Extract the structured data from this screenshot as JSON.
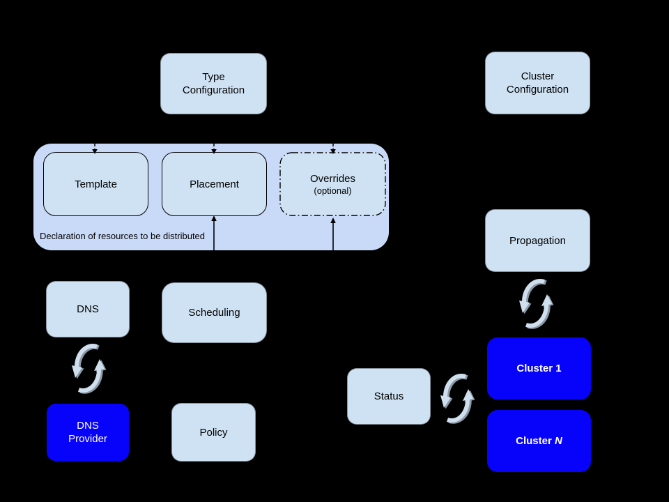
{
  "diagram": {
    "title": "",
    "nodes": {
      "type_configuration": "Type\nConfiguration",
      "cluster_configuration": "Cluster\nConfiguration",
      "template": "Template",
      "placement": "Placement",
      "overrides": "Overrides",
      "overrides_optional": "(optional)",
      "declaration_caption": "Declaration of resources to be distributed",
      "dns": "DNS",
      "scheduling": "Scheduling",
      "dns_provider": "DNS\nProvider",
      "policy": "Policy",
      "propagation": "Propagation",
      "status": "Status",
      "cluster_1": "Cluster 1",
      "cluster_n_prefix": "Cluster ",
      "cluster_n_suffix": "N"
    },
    "edges": [
      {
        "target": "template",
        "direction": "into-top",
        "style": "dashed-arrow"
      },
      {
        "target": "placement",
        "direction": "into-top",
        "style": "dashed-arrow"
      },
      {
        "target": "overrides",
        "direction": "into-top",
        "style": "dash-dot-arrow"
      },
      {
        "target": "placement",
        "direction": "into-bottom",
        "style": "solid-arrow"
      },
      {
        "target": "overrides",
        "direction": "into-bottom",
        "style": "solid-arrow"
      },
      {
        "between": [
          "dns",
          "dns_provider"
        ],
        "style": "sync-icon"
      },
      {
        "between": [
          "propagation",
          "cluster_1"
        ],
        "style": "sync-icon"
      },
      {
        "between": [
          "status",
          "cluster_1"
        ],
        "style": "sync-icon"
      }
    ],
    "colors": {
      "background": "#000000",
      "box_fill": "#cfe2f3",
      "group_fill": "#c9daf8",
      "cluster_fill": "#0703fa",
      "box_text": "#000000",
      "cluster_text": "#ffffff",
      "connector": "#000000",
      "sync_icon": "#cfdfee",
      "sync_icon_shadow": "#8d99a7"
    }
  }
}
